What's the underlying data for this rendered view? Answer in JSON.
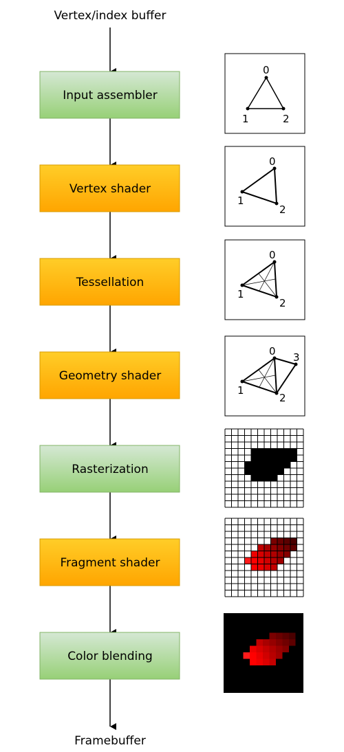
{
  "input_label": "Vertex/index buffer",
  "output_label": "Framebuffer",
  "stages": [
    {
      "label": "Input assembler",
      "kind": "fixed"
    },
    {
      "label": "Vertex shader",
      "kind": "programmable"
    },
    {
      "label": "Tessellation",
      "kind": "programmable"
    },
    {
      "label": "Geometry shader",
      "kind": "programmable"
    },
    {
      "label": "Rasterization",
      "kind": "fixed"
    },
    {
      "label": "Fragment shader",
      "kind": "programmable"
    },
    {
      "label": "Color blending",
      "kind": "fixed"
    }
  ],
  "vertex_labels": {
    "v0": "0",
    "v1": "1",
    "v2": "2",
    "v3": "3"
  },
  "colors": {
    "fixed_top": "#d5e8d4",
    "fixed_bottom": "#97d077",
    "fixed_stroke": "#82b366",
    "prog_top": "#ffcd28",
    "prog_bottom": "#ffa500",
    "prog_stroke": "#d79b00"
  }
}
